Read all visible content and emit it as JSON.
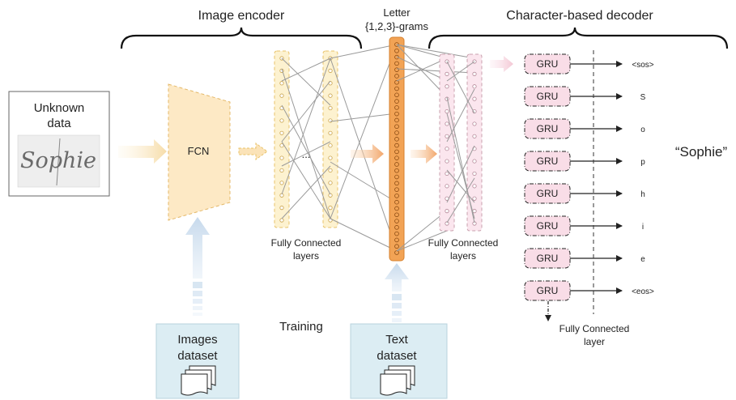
{
  "titles": {
    "encoder": "Image encoder",
    "letter_line1": "Letter",
    "letter_line2": "{1,2,3}-grams",
    "decoder": "Character-based decoder"
  },
  "input": {
    "label_line1": "Unknown",
    "label_line2": "data",
    "sample_word": "Sophie"
  },
  "fcn_label": "FCN",
  "ellipsis": "...",
  "fc_label": {
    "line1": "Fully Connected",
    "line2": "layers"
  },
  "training_label": "Training",
  "datasets": {
    "images": {
      "line1": "Images",
      "line2": "dataset"
    },
    "text": {
      "line1": "Text",
      "line2": "dataset"
    }
  },
  "gru_label": "GRU",
  "decoder_outputs": [
    "<sos>",
    "S",
    "o",
    "p",
    "h",
    "i",
    "e",
    "<eos>"
  ],
  "output_word": "“Sophie”",
  "fc_layer_label": {
    "line1": "Fully Connected",
    "line2": "layer"
  },
  "colors": {
    "encoder_fill": "#fdf2d0",
    "encoder_stroke": "#e8c36a",
    "ngram_fill": "#f2a355",
    "ngram_stroke": "#d7822e",
    "decoder_fill": "#fbe6ee",
    "decoder_stroke": "#c9a0ae",
    "gru_fill": "#f9dde7",
    "dataset_fill": "#dcedf3",
    "blue_arrow": "#cfe0ef"
  }
}
